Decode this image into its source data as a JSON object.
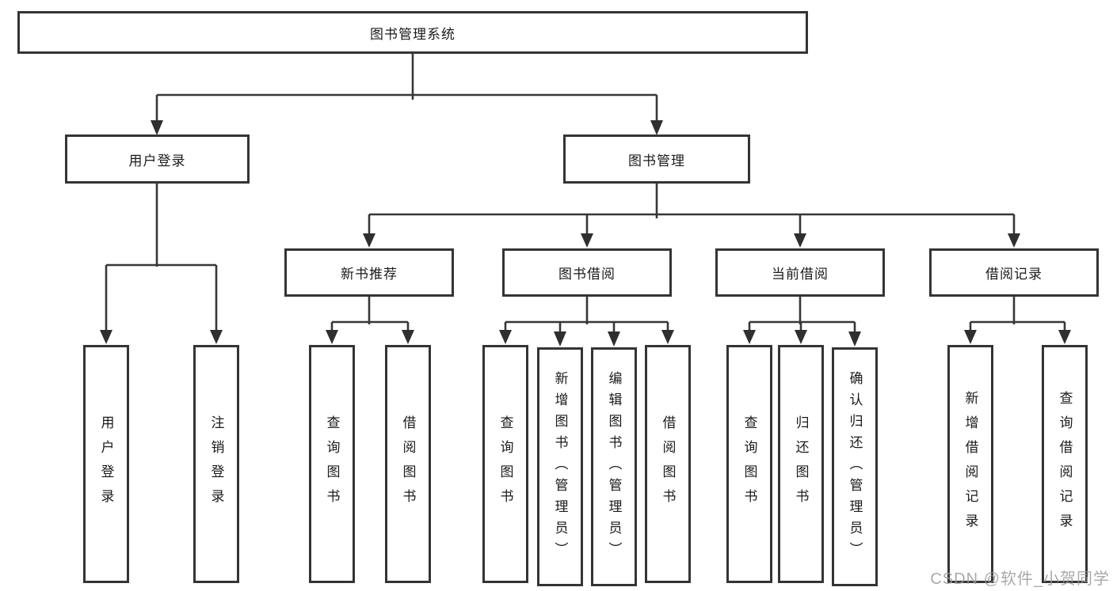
{
  "root": {
    "label": "图书管理系统"
  },
  "branches": [
    {
      "label": "用户登录",
      "children": [
        "用户登录",
        "注销登录"
      ]
    },
    {
      "label": "图书管理",
      "children": [
        {
          "label": "新书推荐",
          "children": [
            "查询图书",
            "借阅图书"
          ]
        },
        {
          "label": "图书借阅",
          "children": [
            "查询图书",
            "新增图书（管理员）",
            "编辑图书（管理员）",
            "借阅图书"
          ]
        },
        {
          "label": "当前借阅",
          "children": [
            "查询图书",
            "归还图书",
            "确认归还（管理员）"
          ]
        },
        {
          "label": "借阅记录",
          "children": [
            "新增借阅记录",
            "查询借阅记录"
          ]
        }
      ]
    }
  ],
  "watermark": "CSDN @软件_小贺同学",
  "colors": {
    "line": "#373737",
    "box_border": "#343434",
    "text": "#1b1b1b",
    "background": "#ffffff",
    "watermark": "#9b9b9b"
  }
}
